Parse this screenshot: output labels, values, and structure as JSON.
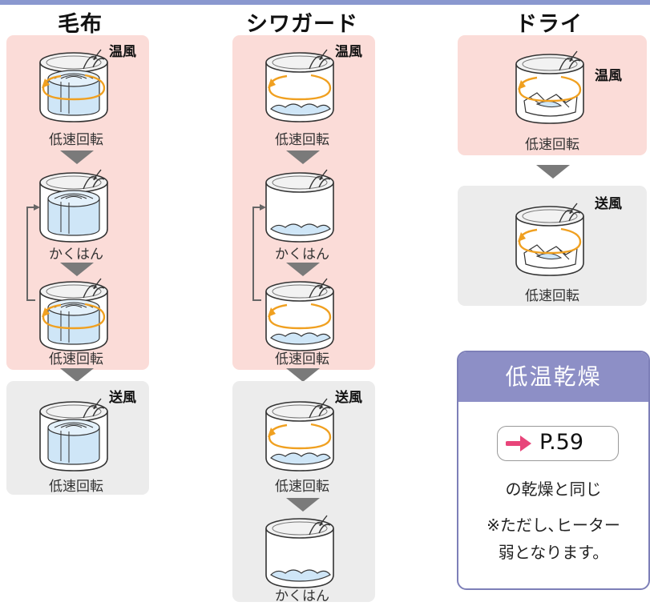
{
  "columns": {
    "blanket": {
      "title": "毛布",
      "top_tag": "温風",
      "bottom_tag": "送風",
      "steps": [
        "低速回転",
        "かくはん",
        "低速回転",
        "低速回転"
      ]
    },
    "wrinkle_guard": {
      "title": "シワガード",
      "top_tag": "温風",
      "bottom_tag": "送風",
      "steps": [
        "低速回転",
        "かくはん",
        "低速回転",
        "低速回転",
        "かくはん"
      ]
    },
    "dry": {
      "title": "ドライ",
      "top_tag": "温風",
      "bottom_tag": "送風",
      "steps": [
        "低速回転",
        "低速回転"
      ]
    }
  },
  "low_temp_box": {
    "heading": "低温乾燥",
    "page_ref": "P.59",
    "line1": "の乾燥と同じ",
    "line2": "※ただし､ヒーター",
    "line3": "弱となります。"
  },
  "colors": {
    "warm_air_panel": "#fbdcd8",
    "air_panel": "#ececec",
    "rotation_arrow": "#f0a020",
    "box_header": "#8d8fc6",
    "page_arrow": "#e8457a"
  }
}
